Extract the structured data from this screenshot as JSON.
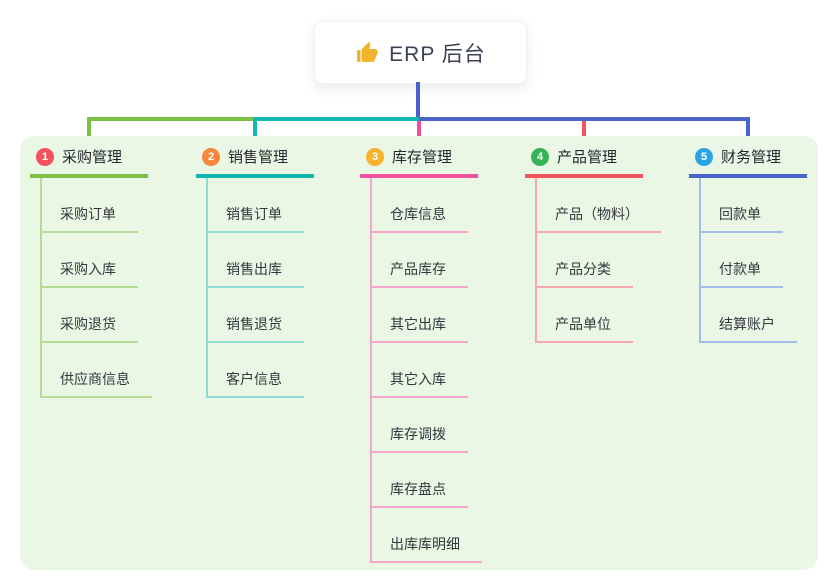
{
  "root": {
    "label": "ERP 后台",
    "icon": "thumbs-up-icon",
    "line_color": "#4a5fc8"
  },
  "panel": {
    "background": "#eaf7e4"
  },
  "branches": [
    {
      "index": "1",
      "label": "采购管理",
      "badge_color": "#f2525f",
      "color": "#7cc142",
      "child_color": "#b6db97",
      "children": [
        "采购订单",
        "采购入库",
        "采购退货",
        "供应商信息"
      ]
    },
    {
      "index": "2",
      "label": "销售管理",
      "badge_color": "#f7873c",
      "color": "#13b7b1",
      "child_color": "#90dcd0",
      "children": [
        "销售订单",
        "销售出库",
        "销售退货",
        "客户信息"
      ]
    },
    {
      "index": "3",
      "label": "库存管理",
      "badge_color": "#f6b32b",
      "color": "#ee4f9f",
      "child_color": "#f5a6cc",
      "children": [
        "仓库信息",
        "产品库存",
        "其它出库",
        "其它入库",
        "库存调拨",
        "库存盘点",
        "出库库明细"
      ]
    },
    {
      "index": "4",
      "label": "产品管理",
      "badge_color": "#35b558",
      "color": "#f4555c",
      "child_color": "#f8a7ab",
      "children": [
        "产品（物料）",
        "产品分类",
        "产品单位"
      ]
    },
    {
      "index": "5",
      "label": "财务管理",
      "badge_color": "#2ba4e6",
      "color": "#4a63c8",
      "child_color": "#a7bbe8",
      "children": [
        "回款单",
        "付款单",
        "结算账户"
      ]
    }
  ]
}
